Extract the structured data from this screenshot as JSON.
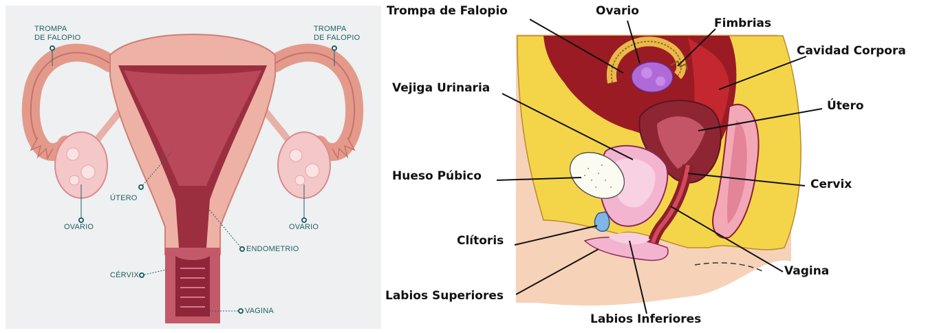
{
  "left_diagram": {
    "labels": {
      "tube_left": "TROMPA\nDE FALOPIO",
      "tube_right": "TROMPA\nDE FALOPIO",
      "ovary_left": "OVARIO",
      "ovary_right": "OVARIO",
      "uterus": "ÚTERO",
      "endometrium": "ENDOMETRIO",
      "cervix": "CÉRVIX",
      "vagina": "VAGINA"
    }
  },
  "right_diagram": {
    "labels": {
      "fallopian_tube": "Trompa de Falopio",
      "ovary": "Ovario",
      "fimbriae": "Fimbrias",
      "corpus_cavity": "Cavidad Corpora",
      "bladder": "Vejiga Urinaria",
      "uterus": "Útero",
      "pubic_bone": "Hueso Púbico",
      "cervix": "Cervix",
      "clitoris": "Clítoris",
      "vagina": "Vagina",
      "labia_majora": "Labios Superiores",
      "labia_minora": "Labios Inferiores"
    }
  },
  "colors": {
    "teal_label": "#1f5f66",
    "tissue_pink": "#e8a39a",
    "dark_red": "#8b1f2a",
    "yellow": "#f4d54a",
    "skin": "#f6d2b8",
    "ovary_purple": "#b06ad8"
  }
}
